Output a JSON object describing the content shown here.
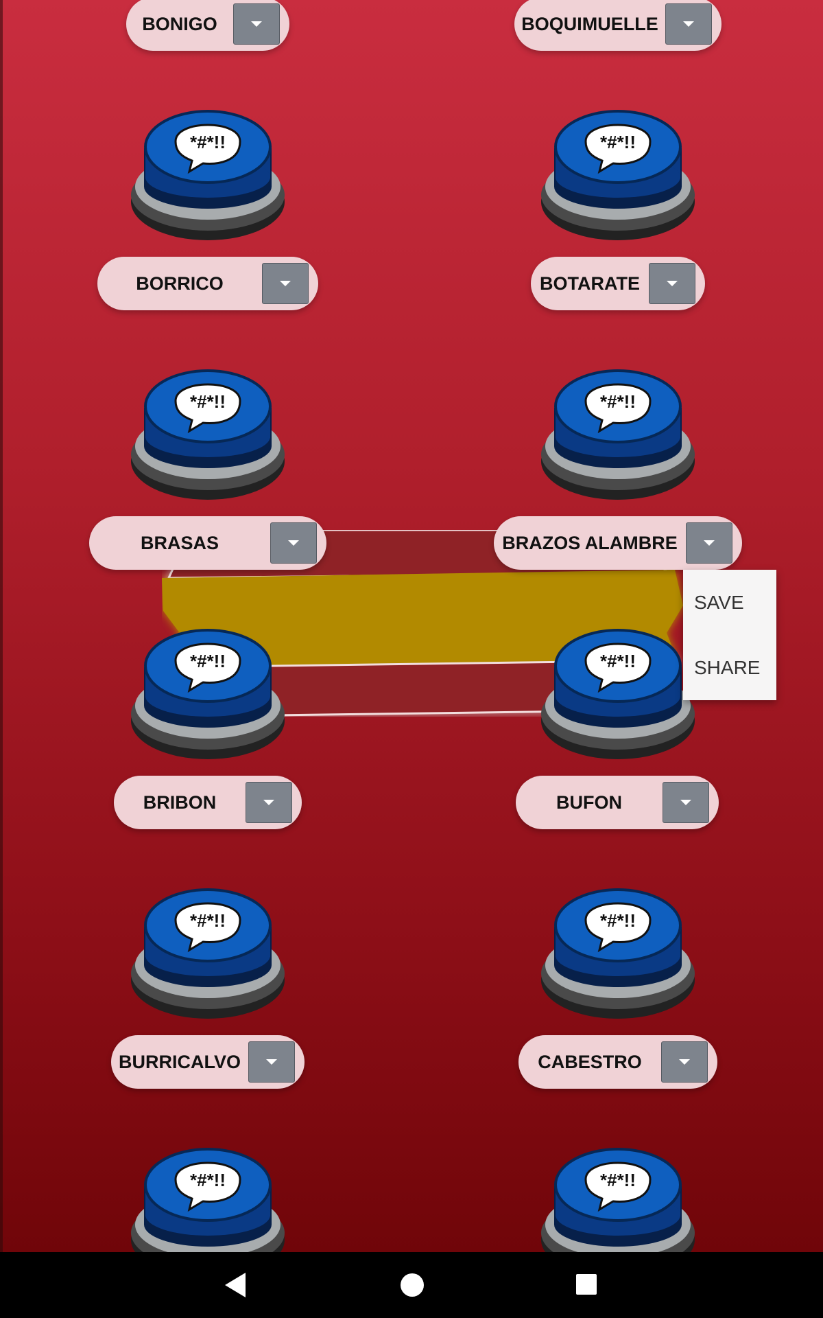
{
  "sounds": [
    {
      "label": "BONIGO"
    },
    {
      "label": "BOQUIMUELLE"
    },
    {
      "label": "BORRICO"
    },
    {
      "label": "BOTARATE"
    },
    {
      "label": "BRASAS"
    },
    {
      "label": "BRAZOS ALAMBRE"
    },
    {
      "label": "BRIBON"
    },
    {
      "label": "BUFON"
    },
    {
      "label": "BURRICALVO"
    },
    {
      "label": "CABESTRO"
    }
  ],
  "button_bubble_text": "*#*!!",
  "context_menu": {
    "items": [
      "SAVE",
      "SHARE"
    ]
  },
  "colors": {
    "background_top": "#c92d3f",
    "background_bottom": "#6a0306",
    "button_blue": "#0f5fbf",
    "pill_background": "#f0d2d6",
    "dropdown_gray": "#7e848d",
    "flag_yellow": "#b28a00",
    "flag_red": "#8f2328"
  },
  "navbar": {
    "back": "back-icon",
    "home": "home-icon",
    "recents": "recents-icon"
  }
}
